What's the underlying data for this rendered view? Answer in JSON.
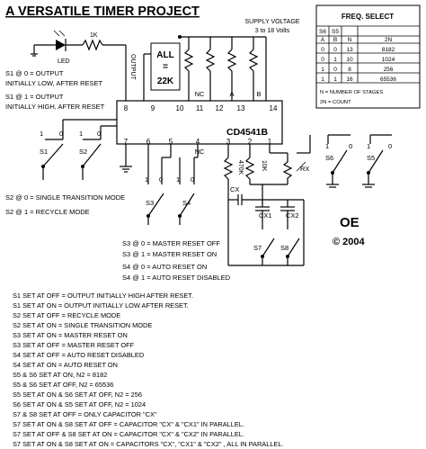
{
  "title": "A VERSATILE TIMER PROJECT",
  "supply": {
    "line1": "SUPPLY VOLTAGE",
    "line2": "3 to 18 Volts"
  },
  "freq_select": {
    "title": "FREQ. SELECT",
    "headers": [
      "S6",
      "S5",
      "N",
      "2N"
    ],
    "subheaders": [
      "A",
      "B",
      "N",
      "2N"
    ],
    "rows": [
      [
        "0",
        "0",
        "13",
        "8182"
      ],
      [
        "0",
        "1",
        "10",
        "1024"
      ],
      [
        "1",
        "0",
        "8",
        "256"
      ],
      [
        "1",
        "1",
        "16",
        "65536"
      ]
    ],
    "note1": "N = NUMBER OF STAGES",
    "note2": "2N = COUNT"
  },
  "chip": {
    "name": "CD4541B",
    "top_pins": [
      "8",
      "9",
      "10",
      "11",
      "12",
      "13",
      "14"
    ],
    "bottom_pins": [
      "7",
      "6",
      "5",
      "4",
      "3",
      "2",
      "1"
    ],
    "pin_labels": {
      "nc_top": "NC",
      "nc_bottom": "NC",
      "a": "A",
      "b": "B"
    }
  },
  "components": {
    "resistor_1k": "1K",
    "led": "LED",
    "output": "OUTPUT",
    "all_label": "ALL",
    "eq": "=",
    "r22k": "22K",
    "r470k": "470K",
    "r10k": "10K",
    "rx": "RX",
    "cx": "CX",
    "cx1": "CX1",
    "cx2": "CX2"
  },
  "switches": {
    "s1": "S1",
    "s2": "S2",
    "s3": "S3",
    "s4": "S4",
    "s5": "S5",
    "s6": "S6",
    "s7": "S7",
    "s8": "S8",
    "one": "1",
    "zero": "0"
  },
  "notes_left": [
    "S1 @ 0  =  OUTPUT",
    "INITIALLY LOW, AFTER RESET",
    "S1 @ 1  =  OUTPUT",
    "INITIALLY HIGH, AFTER RESET"
  ],
  "mode_notes": [
    "S2 @ 0 = SINGLE TRANSITION MODE",
    "S2 @ 1 = RECYCLE MODE"
  ],
  "reset_notes": [
    "S3 @ 0 = MASTER RESET OFF",
    "S3 @ 1 = MASTER RESET ON",
    "S4 @ 0 = AUTO RESET ON",
    "S4 @ 1 = AUTO RESET DISABLED"
  ],
  "logo": "OE",
  "copyright": "© 2004",
  "settings": [
    "S1 SET AT OFF = OUTPUT INITIALLY HIGH AFTER RESET.",
    "S1 SET AT ON = OUTPUT INITIALLY LOW AFTER RESET.",
    "S2 SET AT OFF = RECYCLE MODE",
    "S2 SET AT ON = SINGLE TRANSITION MODE",
    "S3 SET AT ON = MASTER RESET ON",
    "S3 SET AT OFF = MASTER RESET OFF",
    "S4 SET AT OFF = AUTO RESET DISABLED",
    "S4 SET AT ON = AUTO RESET ON",
    "S5 & S6 SET AT ON, N2 = 8182",
    "S5 & S6 SET AT OFF, N2 = 65536",
    "S5 SET AT ON & S6 SET AT OFF, N2 = 256",
    "S6 SET AT ON & S5 SET AT OFF, N2 = 1024",
    "S7 & S8 SET AT OFF = ONLY CAPACITOR \"CX\"",
    "S7 SET AT ON & S8 SET AT OFF = CAPACITOR \"CX\" & \"CX1\" IN PARALLEL.",
    "S7 SET AT OFF & S8 SET AT ON = CAPACITOR \"CX\" & \"CX2\" IN PARALLEL.",
    "S7 SET AT ON & S8 SET AT ON = CAPACITORS \"CX\", \"CX1\"  & \"CX2\" ,  ALL IN PARALLEL."
  ]
}
